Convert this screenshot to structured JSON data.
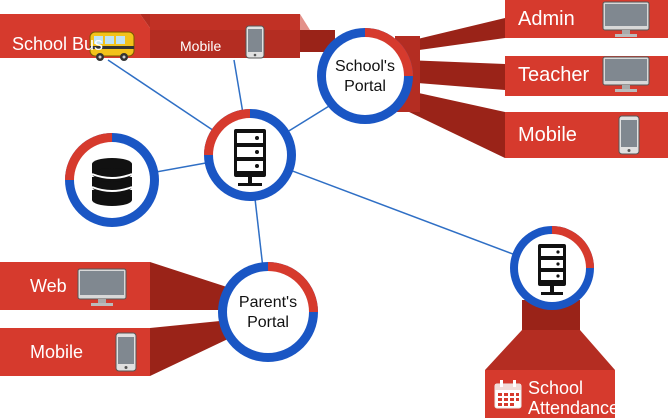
{
  "labels": {
    "school_bus": "School Bus",
    "mobile_top": "Mobile",
    "admin": "Admin",
    "teacher": "Teacher",
    "mobile_right": "Mobile",
    "web": "Web",
    "mobile_left": "Mobile",
    "school_attendance_line1": "School",
    "school_attendance_line2": "Attendance"
  },
  "portals": {
    "school_line1": "School's",
    "school_line2": "Portal",
    "parent_line1": "Parent's",
    "parent_line2": "Portal"
  },
  "icons": [
    "bus-icon",
    "mobile-icon",
    "monitor-icon",
    "server-icon",
    "database-icon",
    "calendar-icon"
  ],
  "colors": {
    "red": "#d63a2d",
    "dark_red": "#9a2318",
    "blue": "#1a56c4",
    "line": "#2f6fc5",
    "icon": "#111111"
  }
}
